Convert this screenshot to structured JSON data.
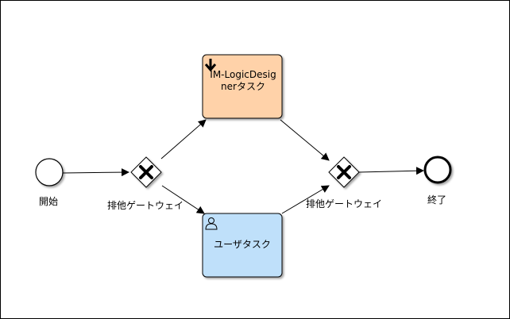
{
  "colors": {
    "task_logic_fill": "#FFD2A9",
    "task_user_fill": "#BFE0FA",
    "stroke": "#000000"
  },
  "nodes": {
    "start_event": {
      "label": "開始"
    },
    "gateway_split": {
      "label": "排他ゲートウェイ",
      "icon": "exclusive-gateway-x-icon"
    },
    "task_logic": {
      "label": "IM-LogicDesignerタスク",
      "icon": "down-arrow-icon"
    },
    "task_user": {
      "label": "ユーザタスク",
      "icon": "user-icon"
    },
    "gateway_join": {
      "label": "排他ゲートウェイ",
      "icon": "exclusive-gateway-x-icon"
    },
    "end_event": {
      "label": "終了"
    }
  }
}
